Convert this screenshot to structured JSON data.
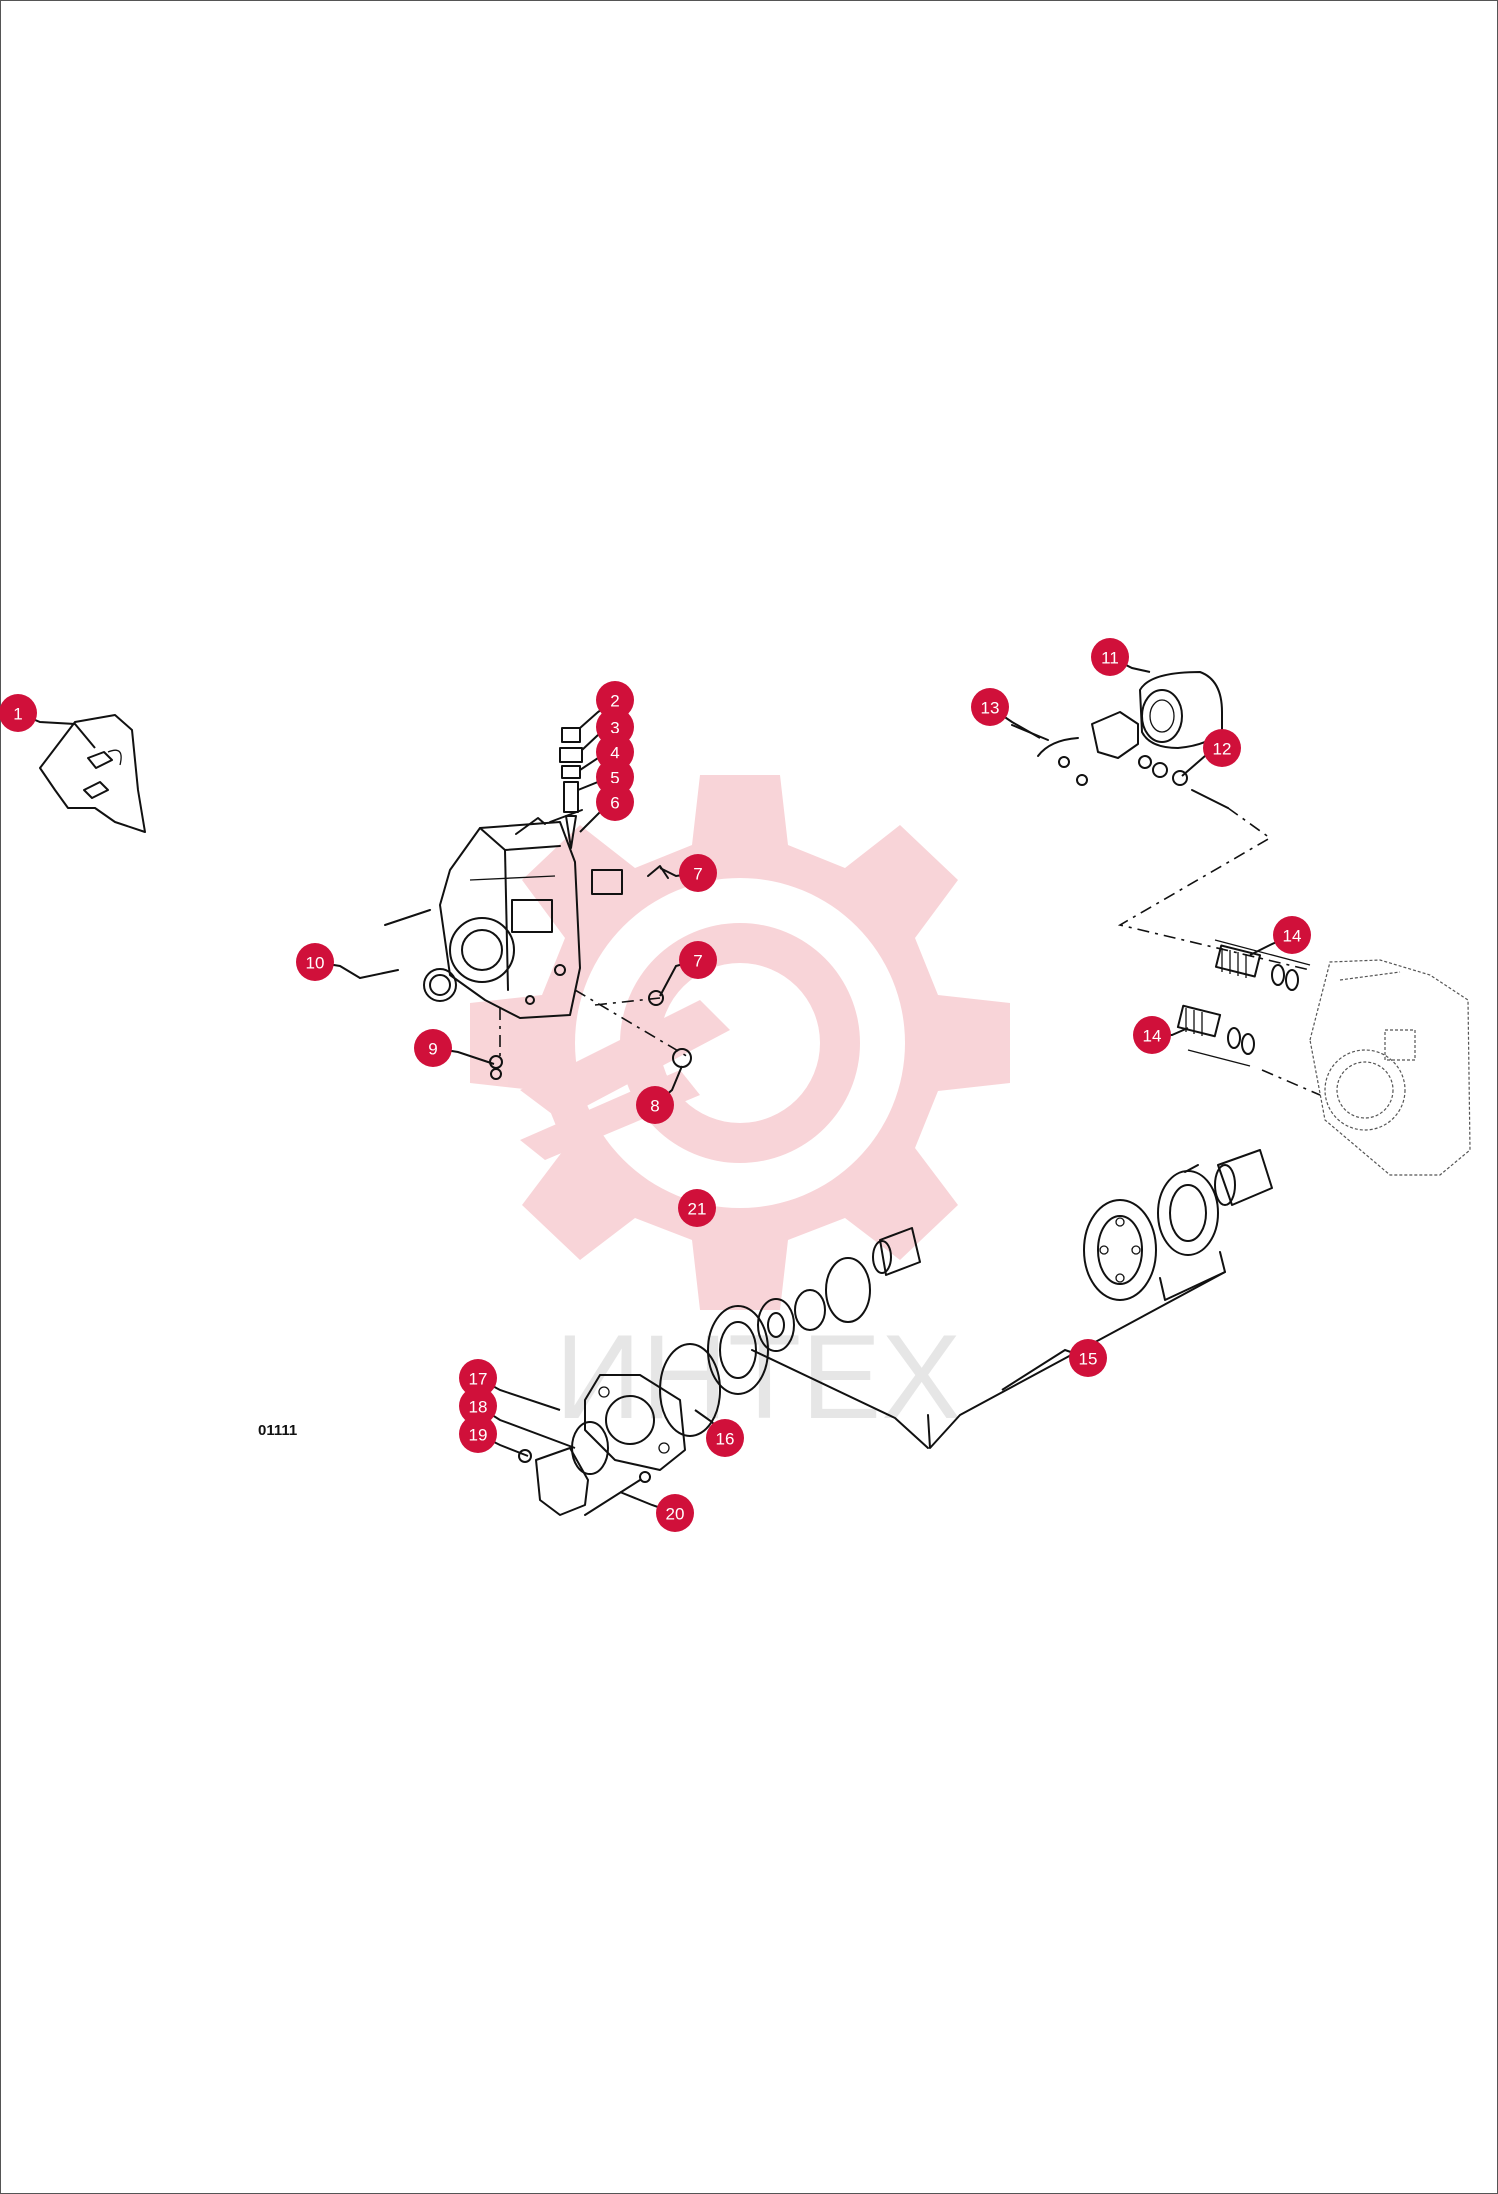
{
  "drawing_code": "01111",
  "watermark": {
    "text": "ИНТЕХ",
    "color": "#f6c8cc"
  },
  "callout_color": "#d0103a",
  "callouts": [
    {
      "label": "1"
    },
    {
      "label": "2"
    },
    {
      "label": "3"
    },
    {
      "label": "4"
    },
    {
      "label": "5"
    },
    {
      "label": "6"
    },
    {
      "label": "7"
    },
    {
      "label": "7"
    },
    {
      "label": "8"
    },
    {
      "label": "9"
    },
    {
      "label": "10"
    },
    {
      "label": "11"
    },
    {
      "label": "12"
    },
    {
      "label": "13"
    },
    {
      "label": "14"
    },
    {
      "label": "14"
    },
    {
      "label": "15"
    },
    {
      "label": "16"
    },
    {
      "label": "17"
    },
    {
      "label": "18"
    },
    {
      "label": "19"
    },
    {
      "label": "20"
    },
    {
      "label": "21"
    }
  ]
}
